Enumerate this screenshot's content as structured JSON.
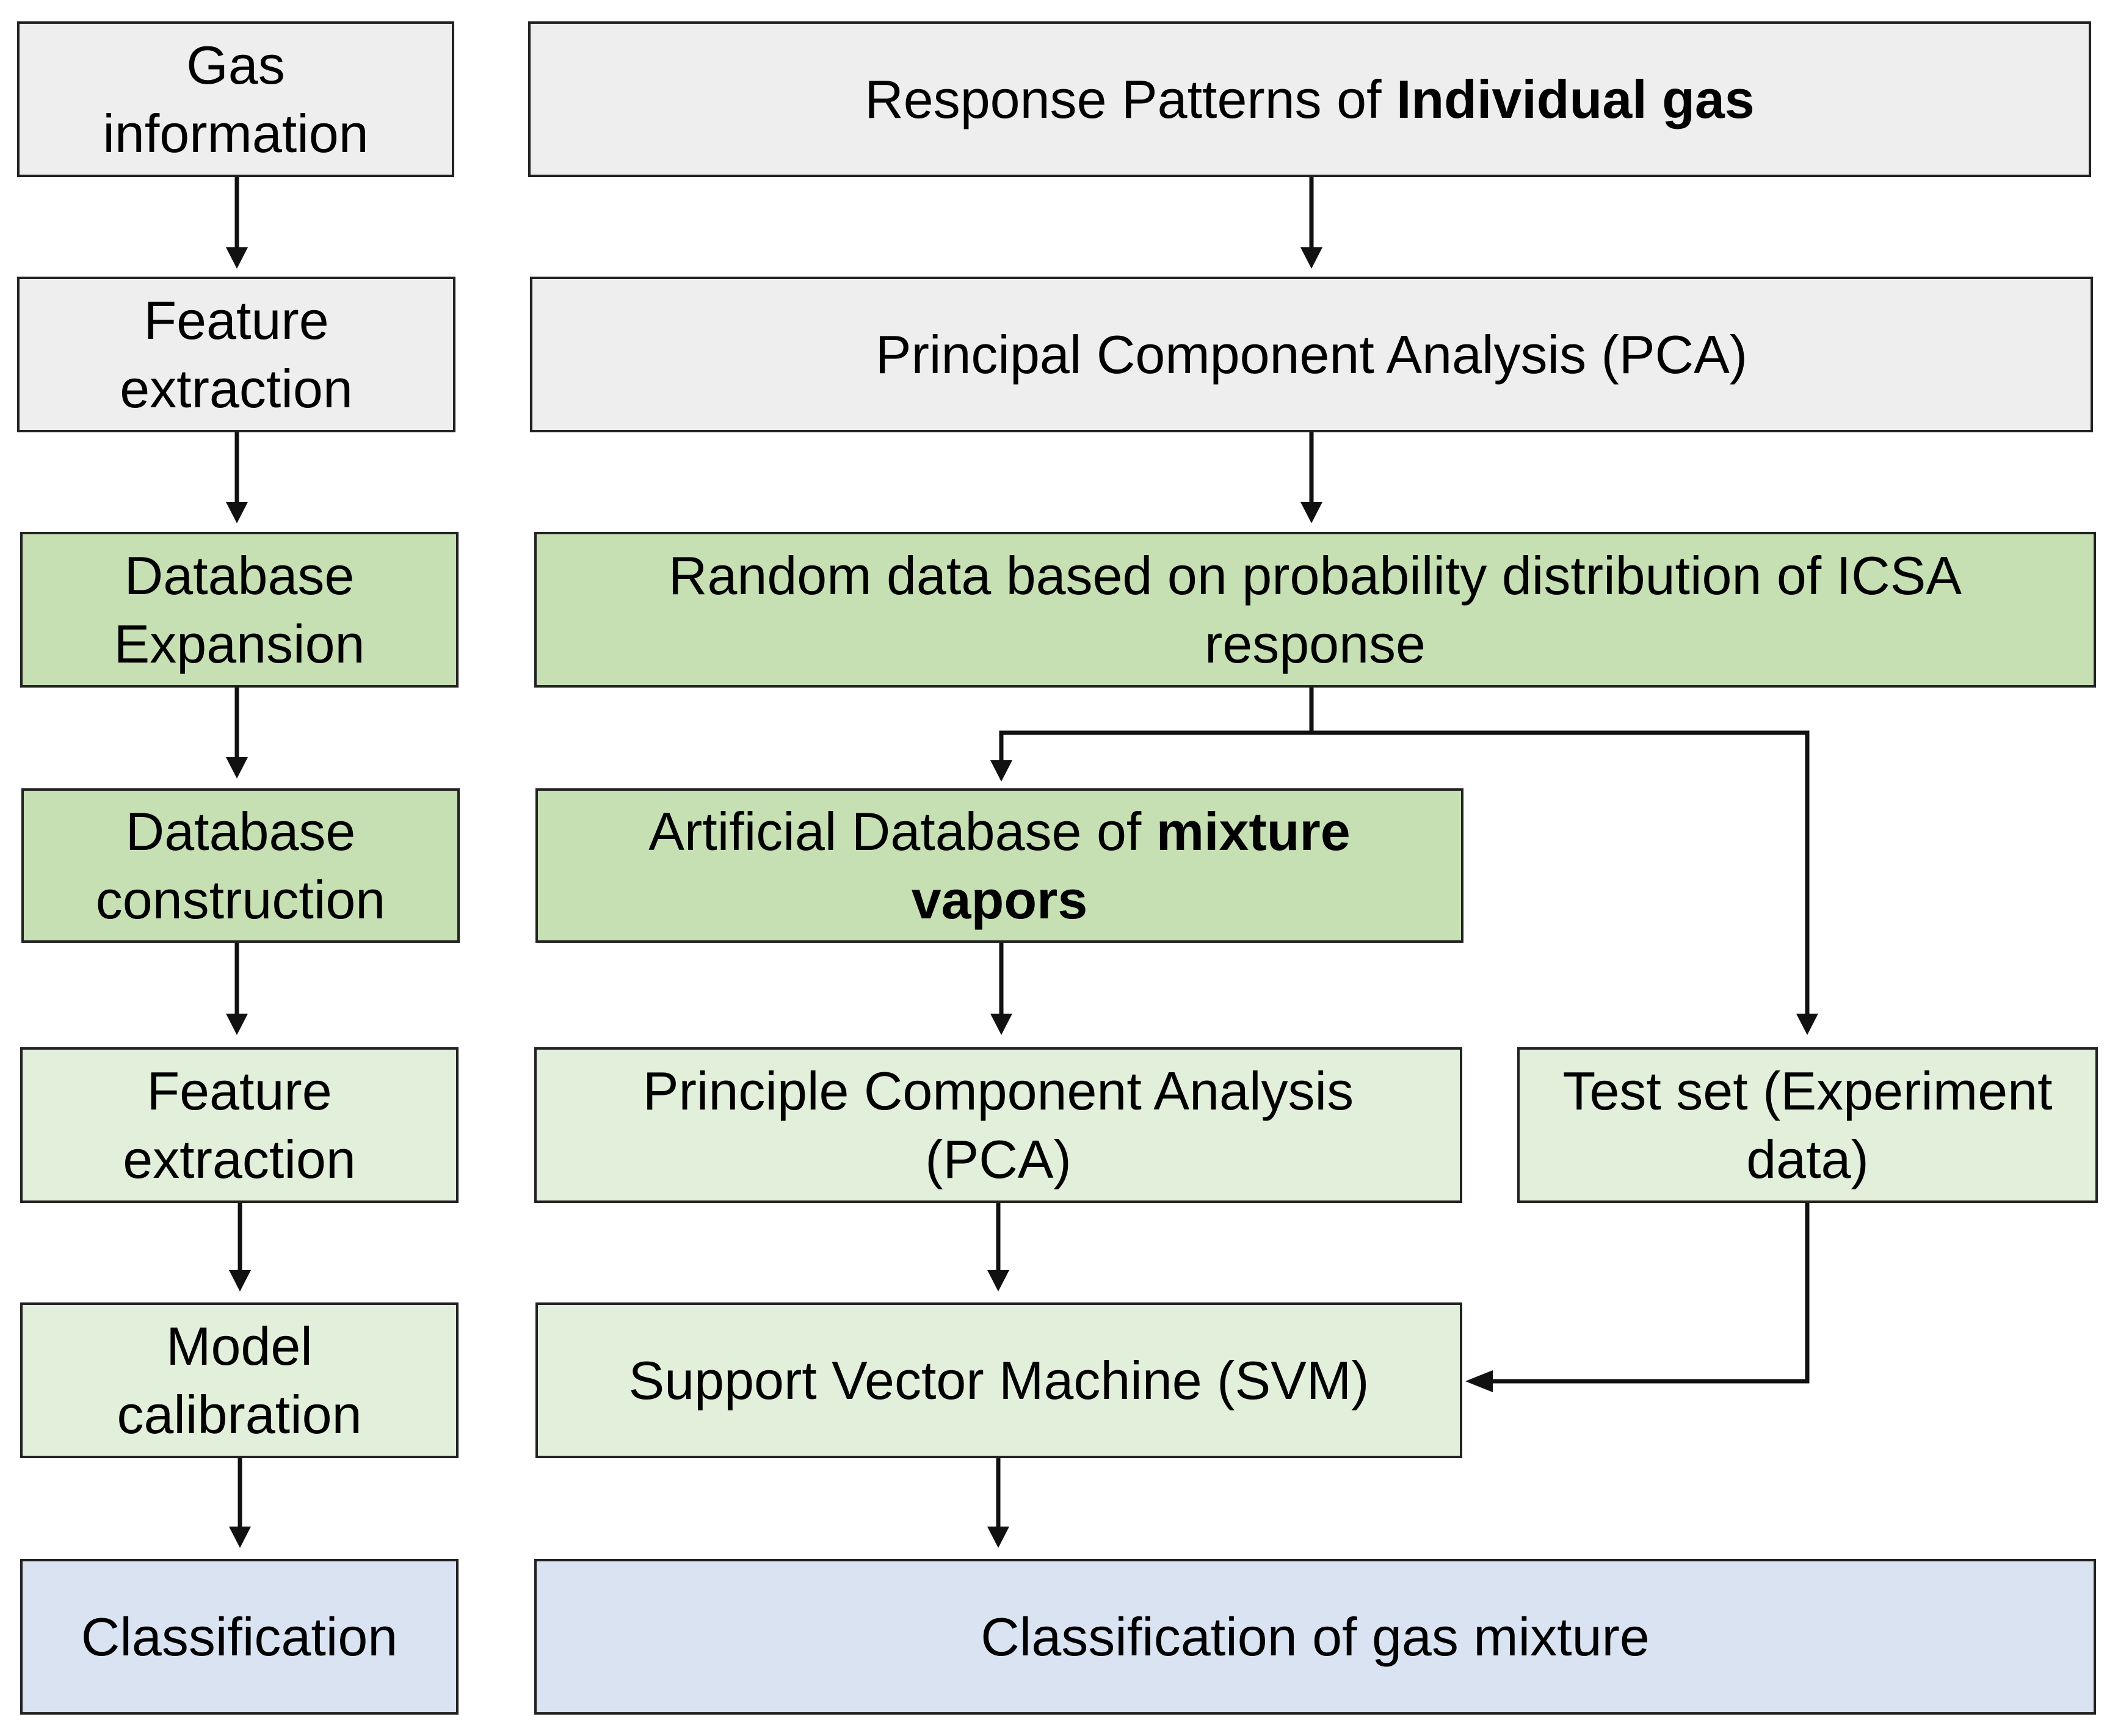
{
  "stages": {
    "gas_information": "Gas information",
    "feature_extraction_1": "Feature extraction",
    "database_expansion": "Database Expansion",
    "database_construction": "Database construction",
    "feature_extraction_2": "Feature extraction",
    "model_calibration": "Model calibration",
    "classification": "Classification"
  },
  "process": {
    "response_patterns": {
      "prefix": "Response Patterns of ",
      "bold": "Individual gas"
    },
    "pca_1": "Principal Component Analysis (PCA)",
    "random_data": "Random data based on probability distribution of ICSA response",
    "artificial_db": {
      "prefix": "Artificial Database of ",
      "bold": "mixture vapors"
    },
    "pca_2": "Principle Component Analysis (PCA)",
    "test_set": "Test set (Experiment data)",
    "svm": "Support Vector Machine (SVM)",
    "classification_result": "Classification of gas mixture"
  },
  "colors": {
    "gray": "#eeeeee",
    "green": "#c6e0b4",
    "light_green": "#e2efda",
    "blue": "#dae3f2",
    "line": "#111111"
  }
}
